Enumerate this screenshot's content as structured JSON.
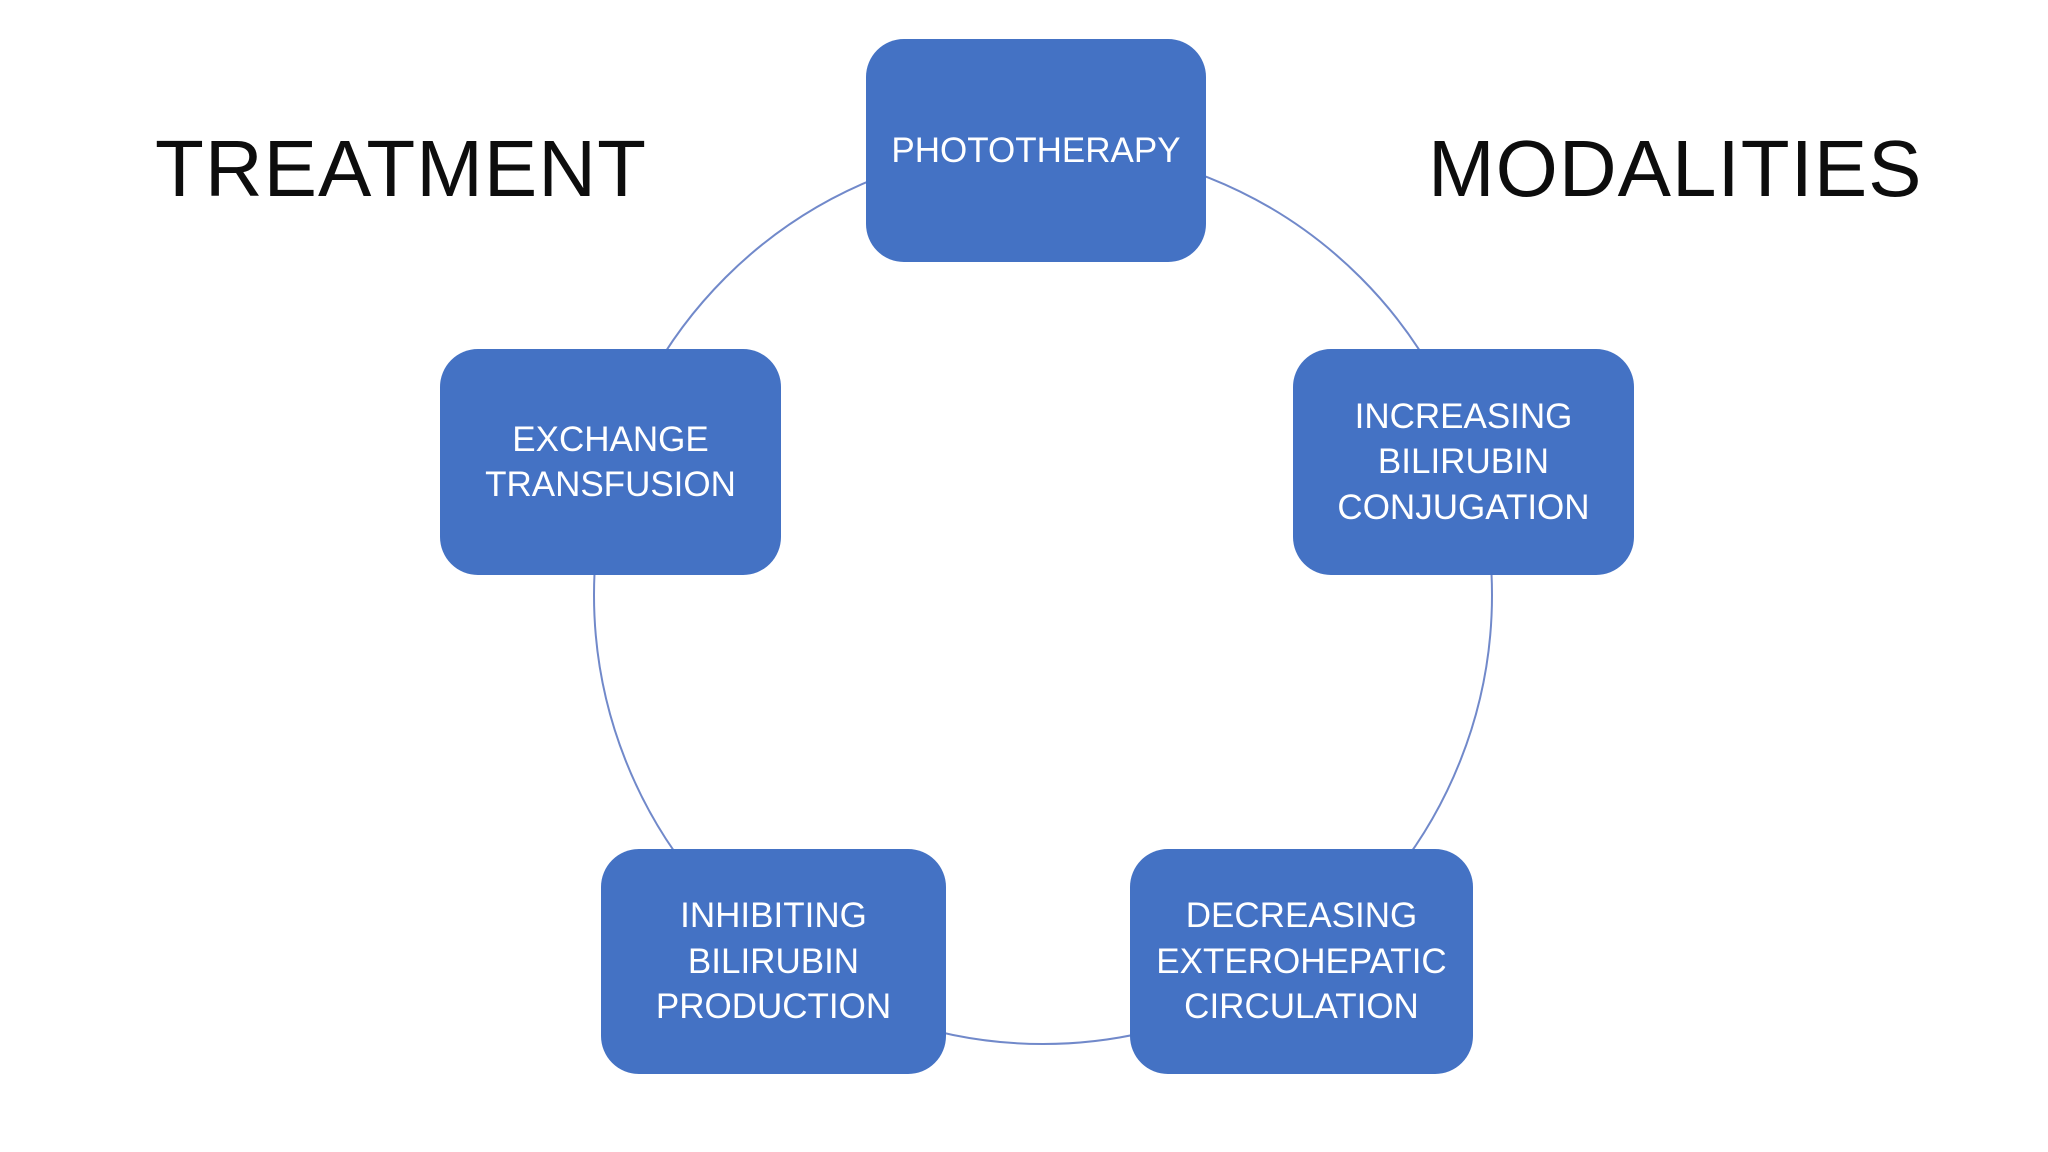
{
  "slide": {
    "title_left": "TREATMENT",
    "title_right": "MODALITIES",
    "background_color": "#ffffff",
    "title_color": "#0d0d0d"
  },
  "diagram": {
    "type": "cycle",
    "ring_color": "#7189ca",
    "node_fill_color": "#4472c4",
    "node_text_color": "#ffffff",
    "nodes": [
      {
        "label": "PHOTOTHERAPY",
        "position": "top"
      },
      {
        "label": "INCREASING BILIRUBIN CONJUGATION",
        "position": "right"
      },
      {
        "label": "DECREASING EXTEROHEPATIC CIRCULATION",
        "position": "bottom-right"
      },
      {
        "label": "INHIBITING BILIRUBIN PRODUCTION",
        "position": "bottom-left"
      },
      {
        "label": "EXCHANGE TRANSFUSION",
        "position": "left"
      }
    ]
  }
}
